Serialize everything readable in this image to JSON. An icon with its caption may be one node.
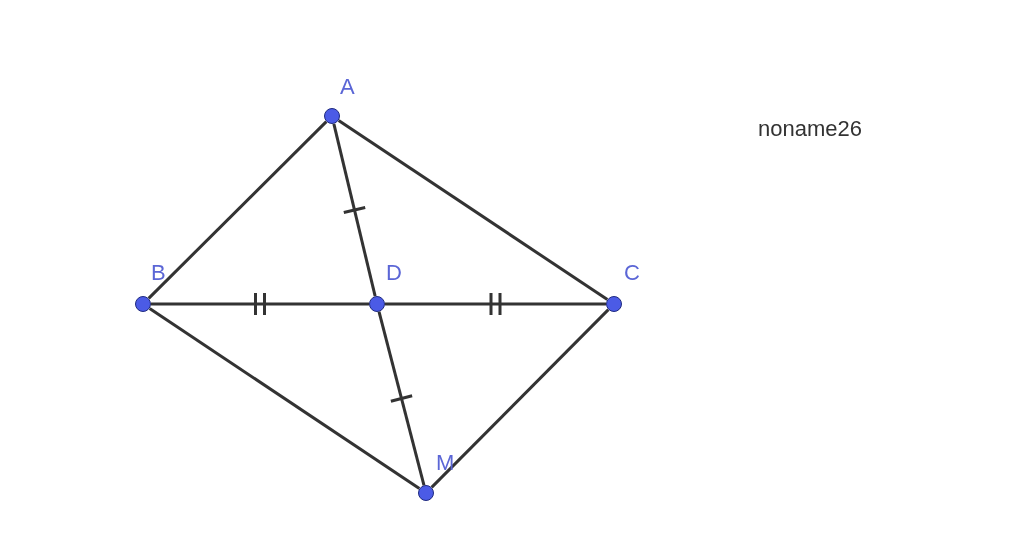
{
  "diagram": {
    "nodes": [
      {
        "text": [],
        "shape": "circle",
        "beside": [
          "A"
        ]
      },
      {
        "text": [],
        "shape": "circle",
        "beside": [
          "B"
        ]
      },
      {
        "text": [],
        "shape": "circle",
        "beside": [
          "D"
        ]
      },
      {
        "text": [],
        "shape": "circle",
        "beside": [
          "C"
        ]
      },
      {
        "text": [],
        "shape": "circle",
        "beside": [
          "M"
        ]
      }
    ],
    "edges": [
      {
        "from": 0,
        "to": 1,
        "arrow": "none"
      },
      {
        "from": 0,
        "to": 3,
        "arrow": "none"
      },
      {
        "from": 0,
        "to": 2,
        "arrow": "none"
      },
      {
        "from": 2,
        "to": 4,
        "arrow": "none"
      },
      {
        "from": 1,
        "to": 2,
        "arrow": "none"
      },
      {
        "from": 2,
        "to": 3,
        "arrow": "none"
      },
      {
        "from": 1,
        "to": 4,
        "arrow": "none"
      },
      {
        "from": 4,
        "to": 3,
        "arrow": "none"
      }
    ],
    "labels": [
      "noname26"
    ]
  }
}
